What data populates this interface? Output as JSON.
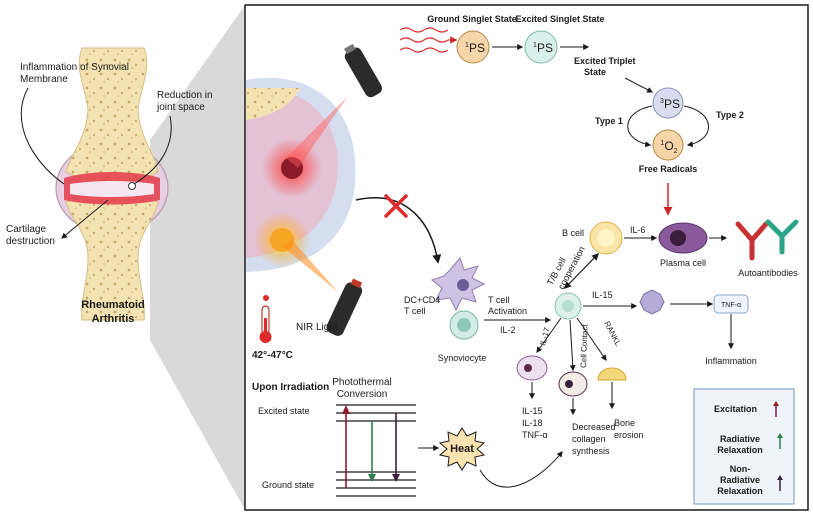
{
  "joint": {
    "inflammation": [
      "Inflammation of Synovial",
      "Membrane"
    ],
    "reduction": [
      "Reduction in",
      "joint space"
    ],
    "cartilage": [
      "Cartilage",
      "destruction"
    ],
    "disease": [
      "Rheumatoid",
      "Arthritis"
    ]
  },
  "pdt": {
    "ground_singlet": "Ground Singlet State",
    "excited_singlet": "Excited Singlet State",
    "excited_triplet": [
      "Excited Triplet",
      "State"
    ],
    "ps_label": "PS",
    "ps_sup": "1",
    "ps3_sup": "3",
    "o2_label": "O",
    "o2_sub": "2",
    "type1": "Type 1",
    "type2": "Type 2",
    "free_radicals": "Free Radicals"
  },
  "cells": {
    "b_cell": "B cell",
    "il6": "IL-6",
    "plasma_cell": "Plasma cell",
    "autoantibodies": "Autoantibodies",
    "tb_coop": [
      "T/B cell",
      "cooperation"
    ],
    "dc_cd4": [
      "DC+CD4",
      "T cell"
    ],
    "t_activation": [
      "T cell",
      "Activation"
    ],
    "il2": "IL-2",
    "synoviocyte": "Synoviocyte",
    "il15": "IL-15",
    "tnfa_box": "TNF-α",
    "inflammation": "Inflammation",
    "il17": "IL-17",
    "cell_contact": "Cell Contact",
    "rankl": "RANKL",
    "cytokines": [
      "IL-15",
      "IL-18",
      "TNF-α"
    ],
    "collagen": [
      "Decreased",
      "collagen",
      "synthesis"
    ],
    "bone": [
      "Bone",
      "erosion"
    ]
  },
  "ptt": {
    "nir": "NIR Light",
    "temp": "42°-47°C",
    "upon": "Upon Irradiation",
    "conversion": [
      "Photothermal",
      "Conversion"
    ],
    "excited_state": "Excited state",
    "ground_state": "Ground state",
    "heat": "Heat"
  },
  "legend": {
    "excitation": "Excitation",
    "radiative": [
      "Radiative",
      "Relaxation"
    ],
    "nonradiative": [
      "Non-",
      "Radiative",
      "Relaxation"
    ],
    "colors": {
      "excitation": "#8b1a2b",
      "radiative": "#2e7d4f",
      "nonradiative": "#3b1e3a"
    }
  }
}
